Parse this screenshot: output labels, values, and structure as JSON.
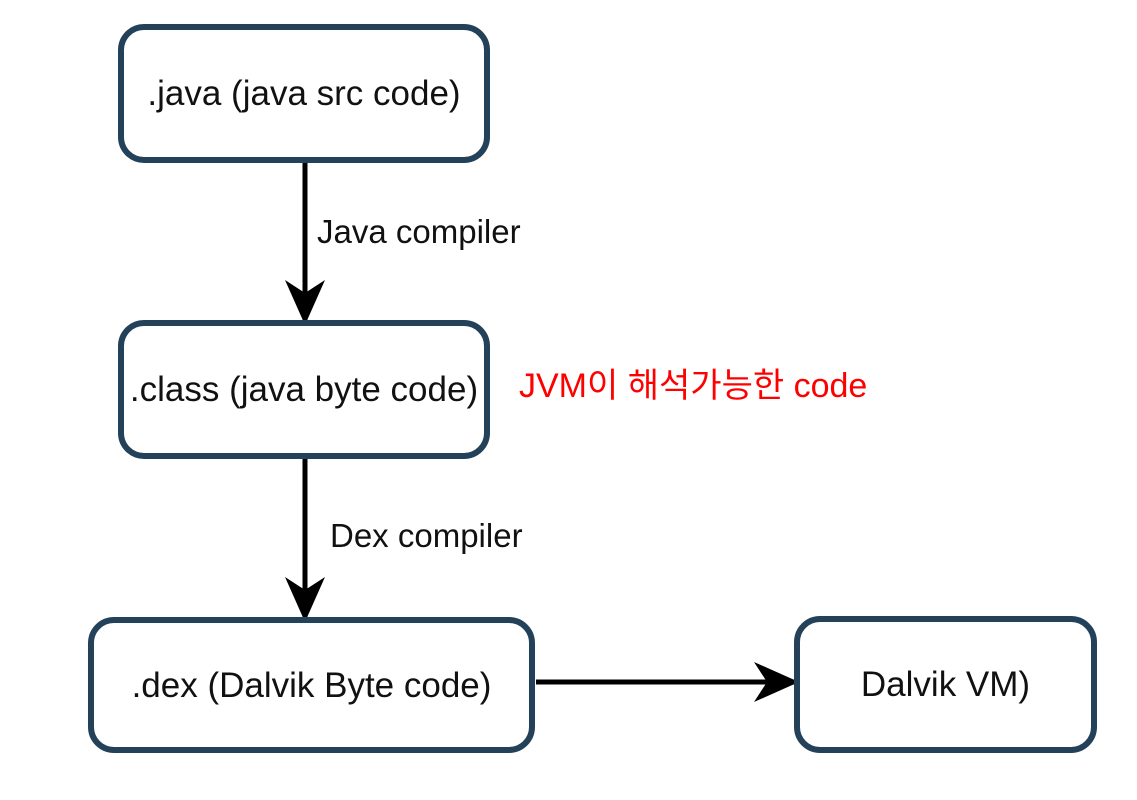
{
  "diagram": {
    "title": "Java to Dalvik compilation flow",
    "background_color": "#ffffff",
    "node_border_color": "#24415A",
    "node_text_color": "#111111",
    "connector_color": "#000000",
    "annotation_color": "#FF0000"
  },
  "nodes": [
    {
      "id": "java",
      "label": ".java (java src code)"
    },
    {
      "id": "class",
      "label": ".class (java byte code)"
    },
    {
      "id": "dex",
      "label": ".dex (Dalvik Byte code)"
    },
    {
      "id": "vm",
      "label": "Dalvik VM)"
    }
  ],
  "edges": [
    {
      "id": "java-to-class",
      "label": "Java compiler",
      "from": "java",
      "to": "class",
      "direction": "down"
    },
    {
      "id": "class-to-dex",
      "label": "Dex compiler",
      "from": "class",
      "to": "dex",
      "direction": "down"
    },
    {
      "id": "dex-to-vm",
      "label": "",
      "from": "dex",
      "to": "vm",
      "direction": "right"
    }
  ],
  "annotations": [
    {
      "id": "jvm-note",
      "text": "JVM이 해석가능한 code",
      "color": "#FF0000"
    }
  ]
}
